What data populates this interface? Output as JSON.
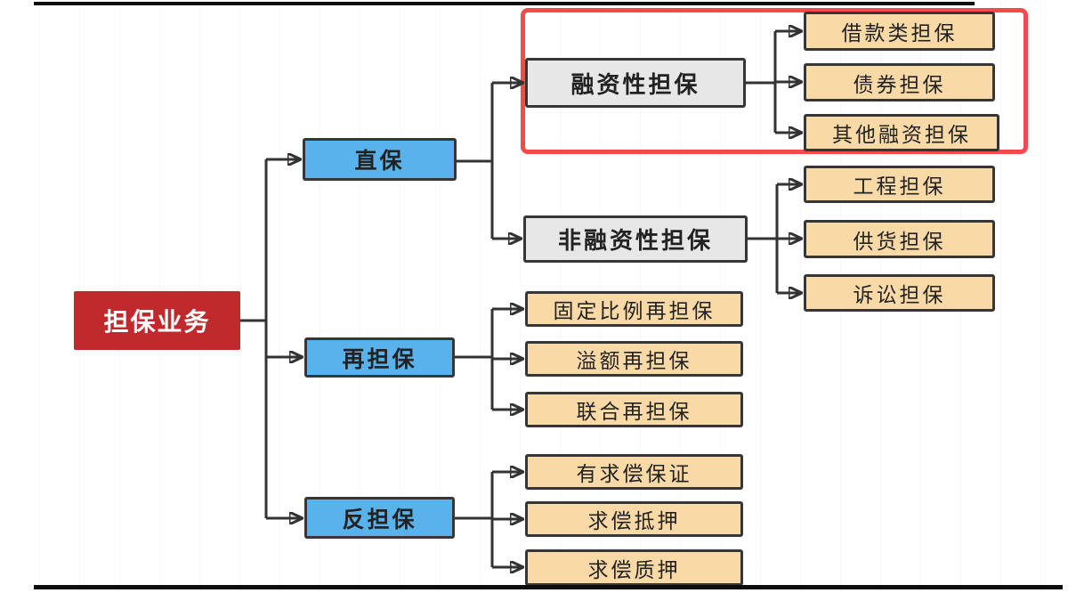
{
  "diagram_title": "",
  "colors": {
    "root_fill": "#c02a2d",
    "root_text": "#ffffff",
    "branch_fill": "#58b2ec",
    "category_fill": "#e7e7e7",
    "leaf_fill": "#f9daa6",
    "box_border": "#363636",
    "connector": "#333333",
    "highlight_border": "#f34b4b",
    "page_rule": "#0d0d0d"
  },
  "tree": {
    "root": {
      "label": "担保业务"
    },
    "branches": [
      {
        "label": "直保",
        "children": [
          {
            "label": "融资性担保",
            "highlighted": true,
            "children": [
              {
                "label": "借款类担保"
              },
              {
                "label": "债券担保"
              },
              {
                "label": "其他融资担保"
              }
            ]
          },
          {
            "label": "非融资性担保",
            "children": [
              {
                "label": "工程担保"
              },
              {
                "label": "供货担保"
              },
              {
                "label": "诉讼担保"
              }
            ]
          }
        ]
      },
      {
        "label": "再担保",
        "children": [
          {
            "label": "固定比例再担保"
          },
          {
            "label": "溢额再担保"
          },
          {
            "label": "联合再担保"
          }
        ]
      },
      {
        "label": "反担保",
        "children": [
          {
            "label": "有求偿保证"
          },
          {
            "label": "求偿抵押"
          },
          {
            "label": "求偿质押"
          }
        ]
      }
    ]
  }
}
